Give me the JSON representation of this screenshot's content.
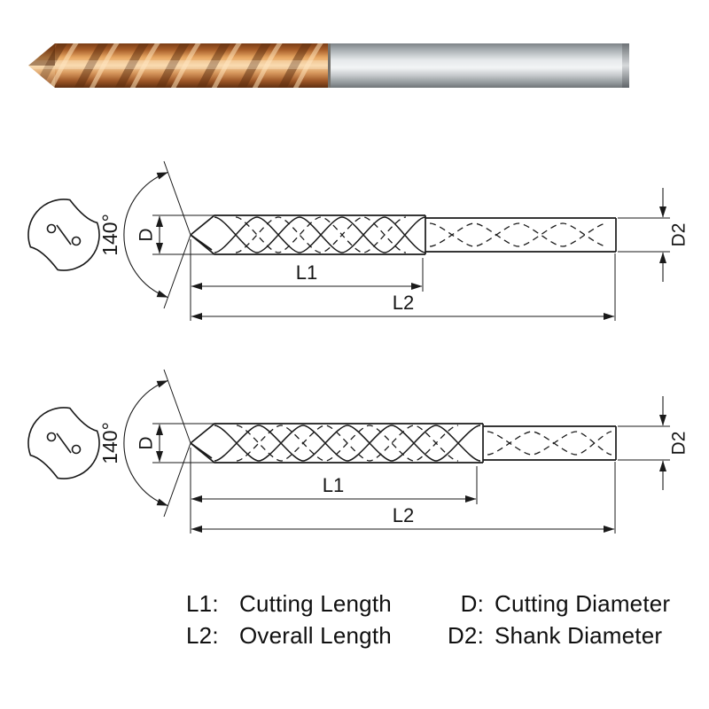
{
  "photo": {
    "description": "coated carbide twist drill photo",
    "colors": {
      "flute_copper": "#c98045",
      "flute_copper_dark": "#6f3a18",
      "flute_copper_light": "#f7d3a0",
      "shank_steel_light": "#f2f4f5",
      "shank_steel_dark": "#7d8387"
    }
  },
  "drawing": {
    "point_angle_label": "140°",
    "cutting_diameter_label": "D",
    "shank_diameter_label": "D2",
    "cutting_length_label": "L1",
    "overall_length_label": "L2",
    "line_color": "#1a1a1a"
  },
  "legend": {
    "items": [
      {
        "key": "L1:",
        "value": "Cutting Length"
      },
      {
        "key": "D:",
        "value": "Cutting Diameter"
      },
      {
        "key": "L2:",
        "value": "Overall Length"
      },
      {
        "key": "D2:",
        "value": "Shank Diameter"
      }
    ]
  }
}
